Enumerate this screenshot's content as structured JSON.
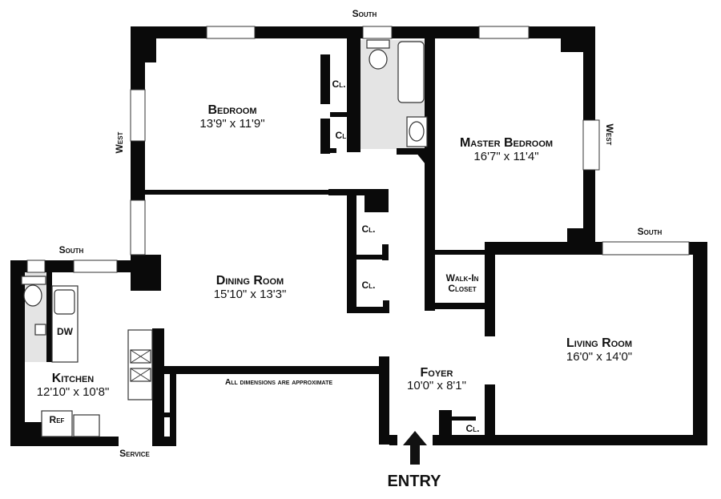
{
  "rooms": {
    "bedroom": {
      "name": "Bedroom",
      "size": "13'9\"  x  11'9\""
    },
    "master_bedroom": {
      "name": "Master  Bedroom",
      "size": "16'7\"  x  11'4\""
    },
    "dining_room": {
      "name": "Dining  Room",
      "size": "15'10\"  x  13'3\""
    },
    "living_room": {
      "name": "Living  Room",
      "size": "16'0\"  x  14'0\""
    },
    "kitchen": {
      "name": "Kitchen",
      "size": "12'10\"  x  10'8\""
    },
    "foyer": {
      "name": "Foyer",
      "size": "10'0\"  x  8'1\""
    }
  },
  "closets": {
    "cl": "Cl.",
    "walk_in_line1": "Walk-In",
    "walk_in_line2": "Closet"
  },
  "fixtures": {
    "dishwasher": "DW",
    "refrigerator": "Ref"
  },
  "orientation": {
    "south": "South",
    "west": "West"
  },
  "labels": {
    "service": "Service",
    "entry": "ENTRY",
    "note": "All dimensions are approximate"
  }
}
